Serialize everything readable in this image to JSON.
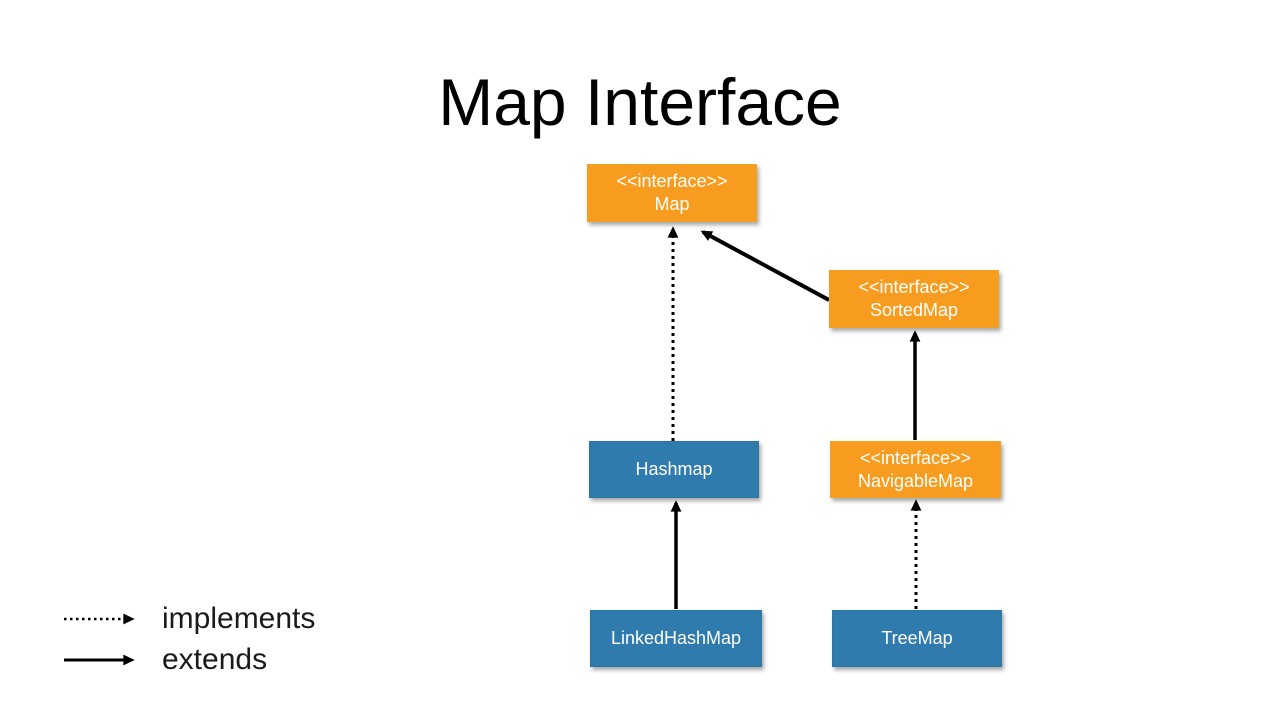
{
  "title": "Map Interface",
  "colors": {
    "interface_fill": "#F79C1E",
    "class_fill": "#2F7BAD",
    "box_text": "#FFFFFF",
    "arrow": "#000000",
    "title_text": "#000000"
  },
  "nodes": [
    {
      "id": "map",
      "kind": "interface",
      "stereotype": "<<interface>>",
      "name": "Map"
    },
    {
      "id": "sortedmap",
      "kind": "interface",
      "stereotype": "<<interface>>",
      "name": "SortedMap"
    },
    {
      "id": "hashmap",
      "kind": "class",
      "name": "Hashmap"
    },
    {
      "id": "navigablemap",
      "kind": "interface",
      "stereotype": "<<interface>>",
      "name": "NavigableMap"
    },
    {
      "id": "linkedhashmap",
      "kind": "class",
      "name": "LinkedHashMap"
    },
    {
      "id": "treemap",
      "kind": "class",
      "name": "TreeMap"
    }
  ],
  "edges": [
    {
      "from": "Hashmap",
      "to": "Map",
      "type": "implements",
      "style": "dotted"
    },
    {
      "from": "SortedMap",
      "to": "Map",
      "type": "extends",
      "style": "solid"
    },
    {
      "from": "NavigableMap",
      "to": "SortedMap",
      "type": "extends",
      "style": "solid"
    },
    {
      "from": "LinkedHashMap",
      "to": "Hashmap",
      "type": "extends",
      "style": "solid"
    },
    {
      "from": "TreeMap",
      "to": "NavigableMap",
      "type": "implements",
      "style": "dotted"
    }
  ],
  "legend": {
    "implements_label": "implements",
    "extends_label": "extends"
  }
}
